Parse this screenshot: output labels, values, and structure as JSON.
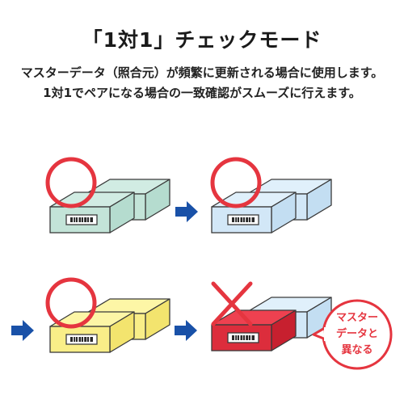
{
  "title": "「1対1」チェックモード",
  "description": {
    "line1": "マスターデータ（照合元）が頻繁に更新される場合に使用します。",
    "line2": "1対1でペアになる場合の一致確認がスムーズに行えます。"
  },
  "callout": {
    "line1": "マスター",
    "line2": "データと",
    "line3": "異なる"
  },
  "colors": {
    "green_top": "#d1ece3",
    "green_side": "#b5dccf",
    "green_front": "#c3e4d8",
    "blue_top": "#e0f0fb",
    "blue_side": "#c3def2",
    "blue_front": "#d2e7f7",
    "yellow_top": "#fdf6a6",
    "yellow_side": "#f3e46e",
    "yellow_front": "#f9ee88",
    "red_top": "#ee4150",
    "red_side": "#c7202f",
    "red_front": "#dc2d3c",
    "accent_red": "#e5353f",
    "arrow_blue": "#1951a8",
    "outline": "#3a3a3a"
  },
  "icons": [
    "match-circle-icon",
    "mismatch-cross-icon",
    "right-arrow-icon",
    "barcode-icon"
  ]
}
